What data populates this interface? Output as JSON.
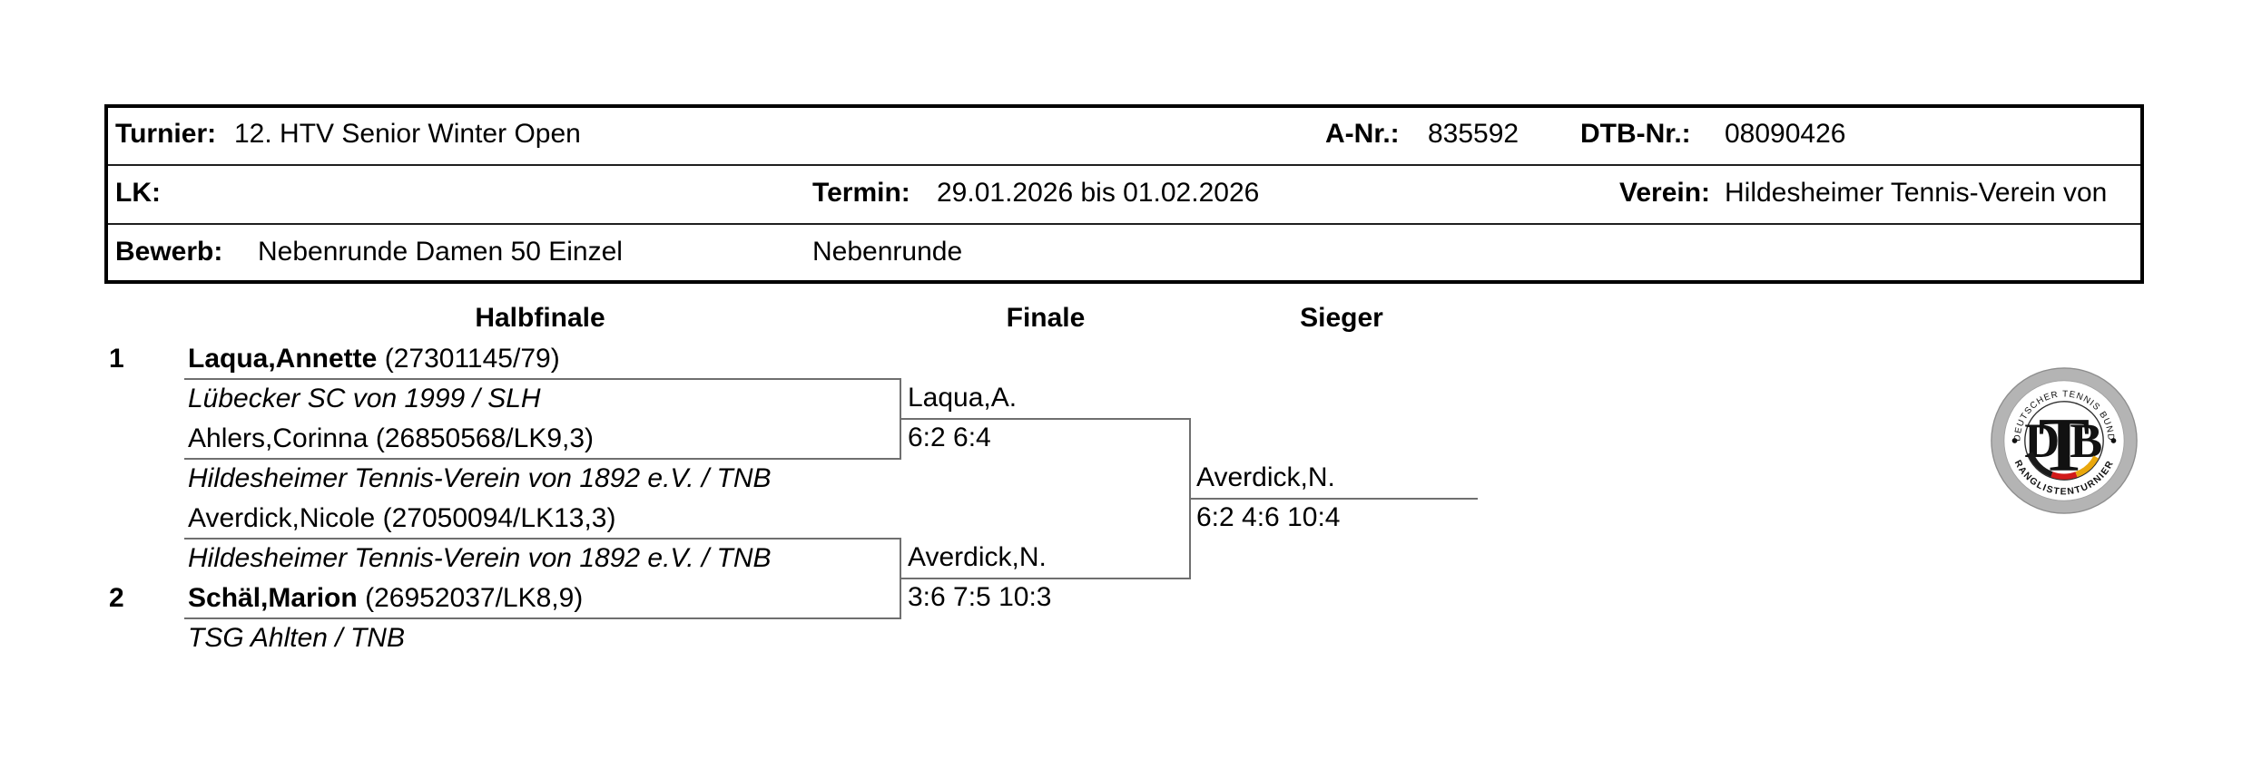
{
  "info": {
    "turnier_label": "Turnier:",
    "turnier_value": "12. HTV Senior Winter Open",
    "anr_label": "A-Nr.:",
    "anr_value": "835592",
    "dtb_label": "DTB-Nr.:",
    "dtb_value": "08090426",
    "lk_label": "LK:",
    "termin_label": "Termin:",
    "termin_value": "29.01.2026 bis 01.02.2026",
    "verein_label": "Verein:",
    "verein_value": "Hildesheimer Tennis-Verein von",
    "bewerb_label": "Bewerb:",
    "bewerb_value": "Nebenrunde Damen 50 Einzel",
    "runde_value": "Nebenrunde"
  },
  "bracket": {
    "headers": {
      "semifinal": "Halbfinale",
      "final": "Finale",
      "winner": "Sieger"
    },
    "seeds": {
      "one": "1",
      "two": "2"
    },
    "slots": [
      {
        "name": "Laqua,Annette",
        "id": "(27301145/79)",
        "club": "Lübecker SC von 1999 / SLH"
      },
      {
        "name": "Ahlers,Corinna",
        "id": "(26850568/LK9,3)",
        "club": "Hildesheimer Tennis-Verein von 1892 e.V. / TNB"
      },
      {
        "name": "Averdick,Nicole",
        "id": "(27050094/LK13,3)",
        "club": "Hildesheimer Tennis-Verein von 1892 e.V. / TNB"
      },
      {
        "name": "Schäl,Marion",
        "id": "(26952037/LK8,9)",
        "club": "TSG Ahlten / TNB"
      }
    ],
    "final_results": [
      {
        "winner": "Laqua,A.",
        "score": "6:2 6:4"
      },
      {
        "winner": "Averdick,N.",
        "score": "3:6 7:5 10:3"
      }
    ],
    "champion": {
      "winner": "Averdick,N.",
      "score": "6:2 4:6 10:4"
    }
  },
  "logo": {
    "arc_top": "DEUTSCHER TENNIS BUND",
    "arc_bottom": "RANGLISTENTURNIER",
    "monogram_d": "D",
    "monogram_t": "T",
    "monogram_b": "B",
    "colors": {
      "ring": "#b4b4b4",
      "flag_black": "#1a1a1a",
      "flag_red": "#d21919",
      "flag_gold": "#e9a70c",
      "line_gray": "#6f6f6f"
    }
  }
}
